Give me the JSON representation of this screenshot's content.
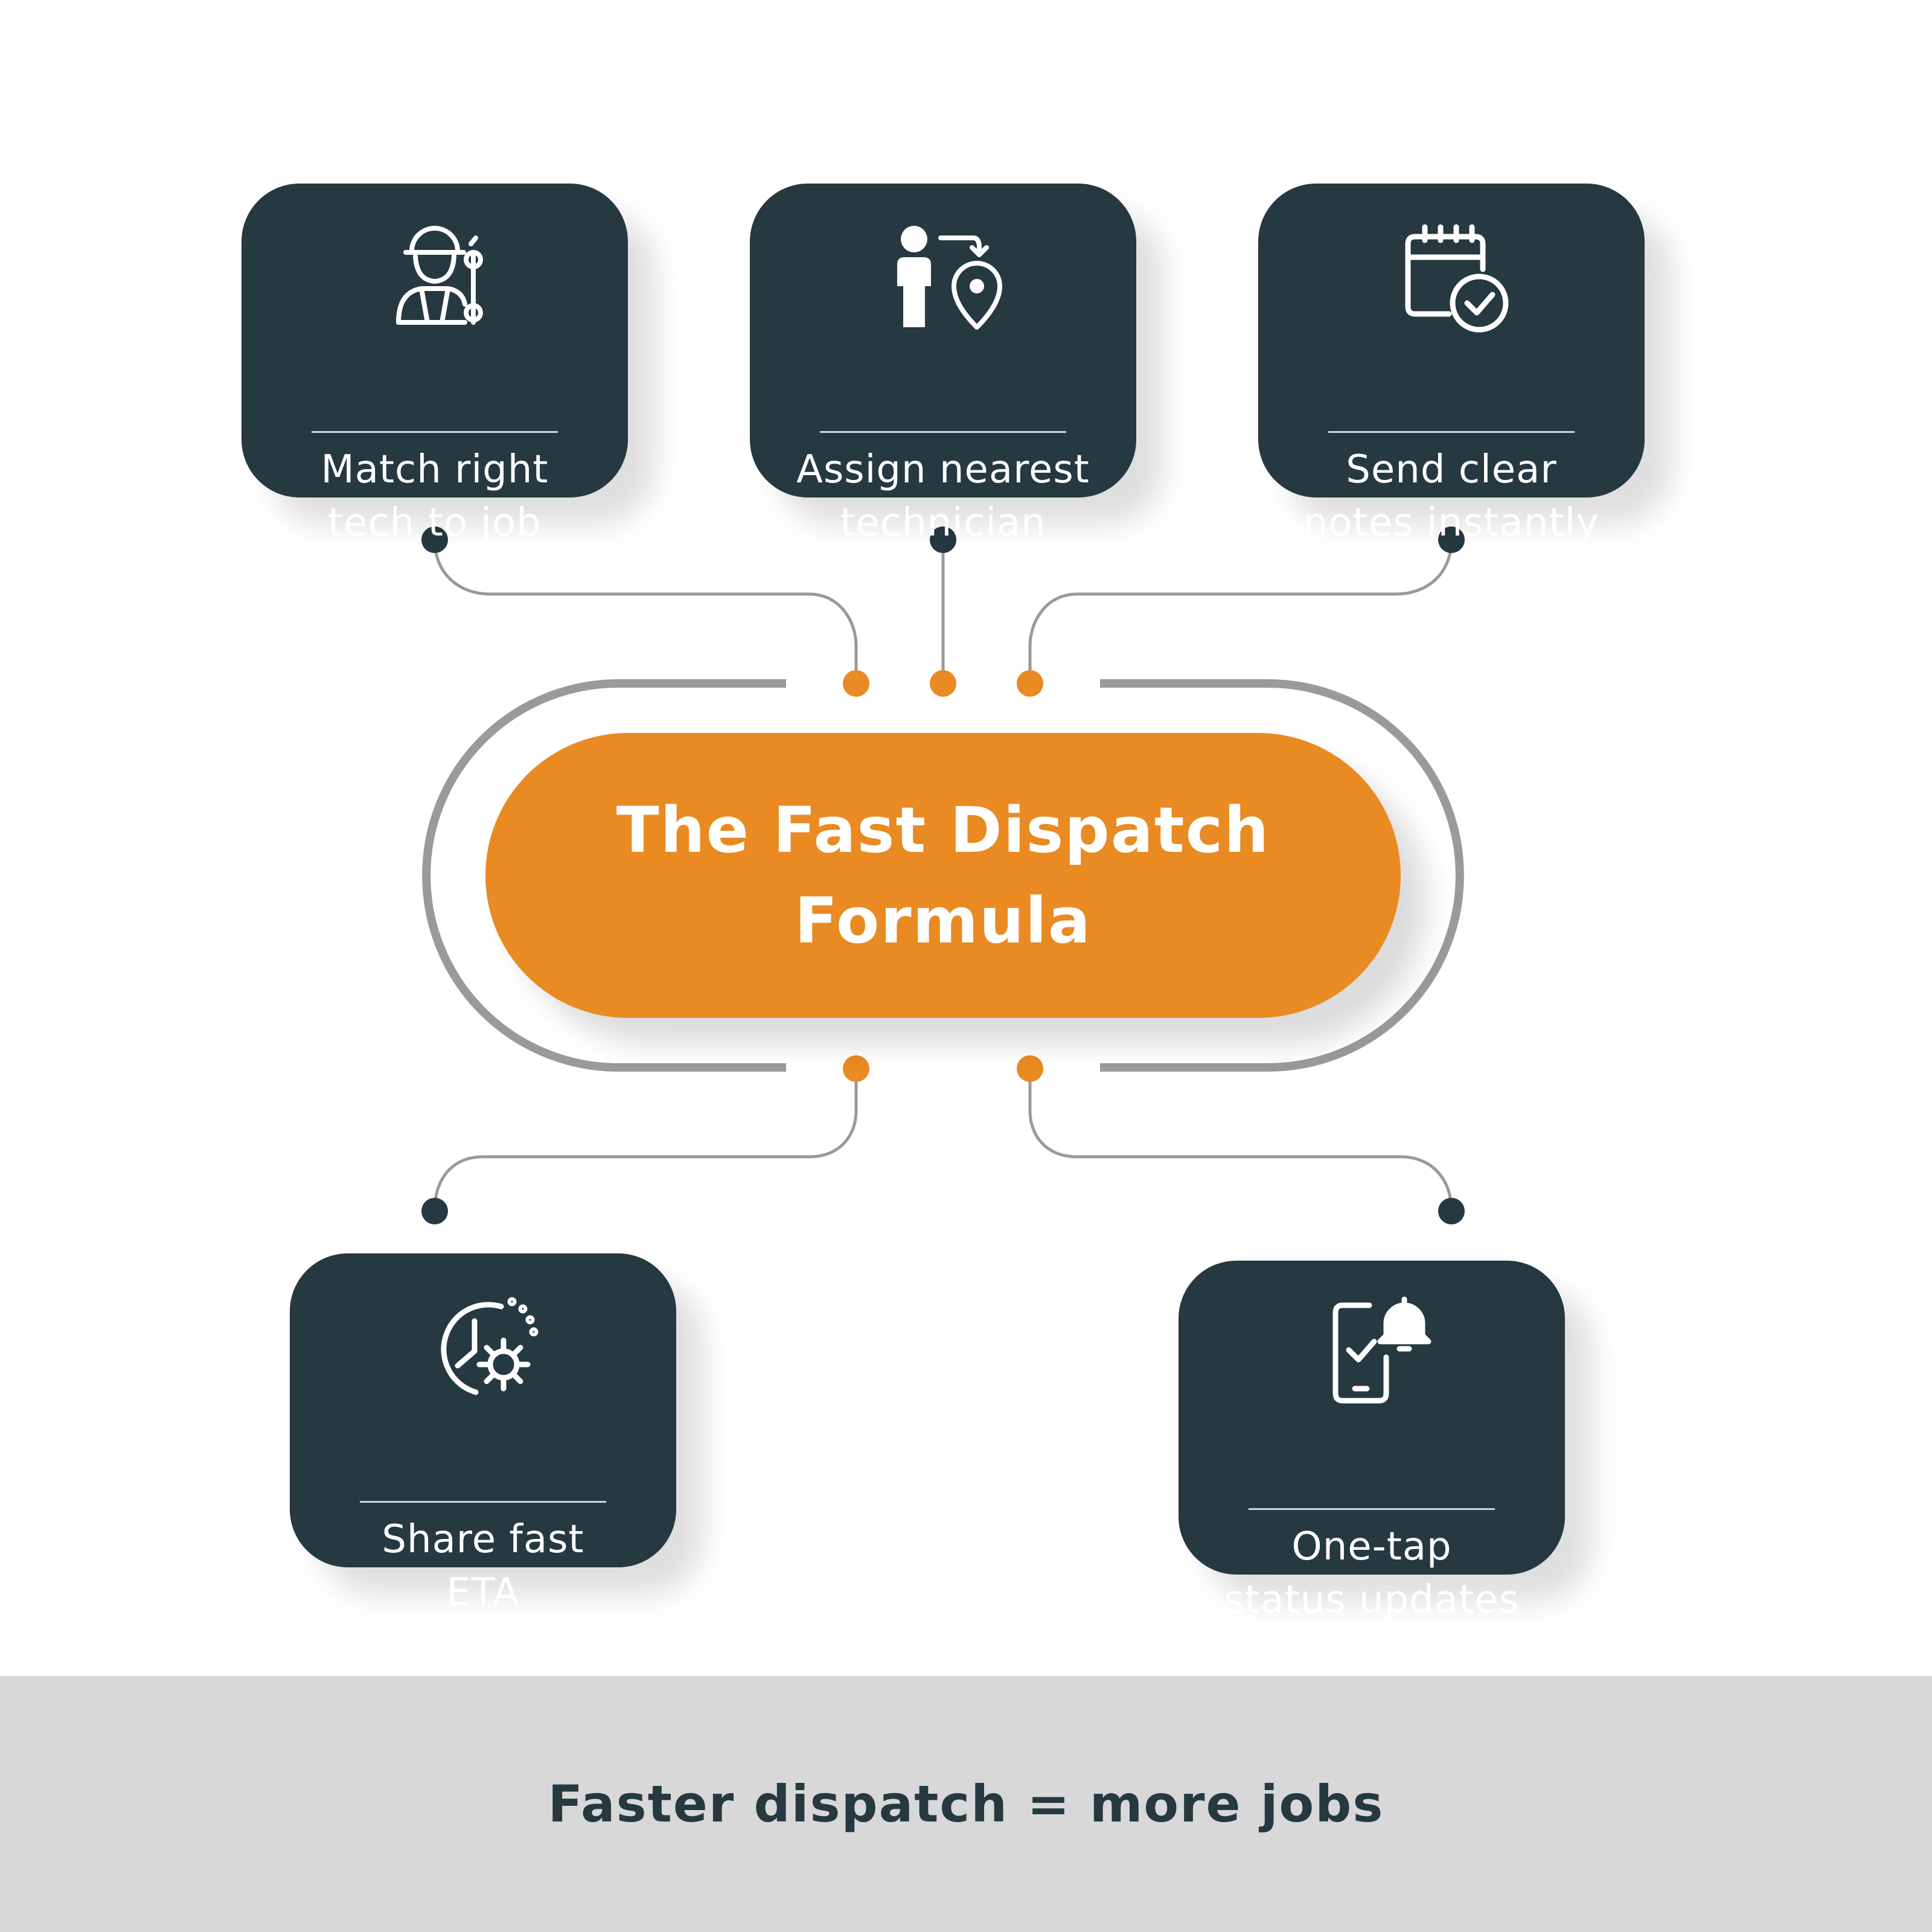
{
  "center": {
    "title_line1": "The Fast Dispatch",
    "title_line2": "Formula"
  },
  "steps": [
    {
      "icon": "technician-wrench-icon",
      "line1": "Match right",
      "line2": "tech to job"
    },
    {
      "icon": "person-location-pin-icon",
      "line1": "Assign nearest",
      "line2": "technician"
    },
    {
      "icon": "calendar-check-icon",
      "line1": "Send clear",
      "line2": "notes instantly"
    },
    {
      "icon": "clock-gear-icon",
      "line1": "Share fast",
      "line2": "ETA"
    },
    {
      "icon": "phone-bell-icon",
      "line1": "One-tap",
      "line2": "status updates"
    }
  ],
  "footer": {
    "text": "Faster dispatch = more jobs"
  },
  "colors": {
    "card": "#263840",
    "accent": "#e98a23",
    "connector": "#9a9a9a",
    "footer_band": "#d8d8d8"
  }
}
